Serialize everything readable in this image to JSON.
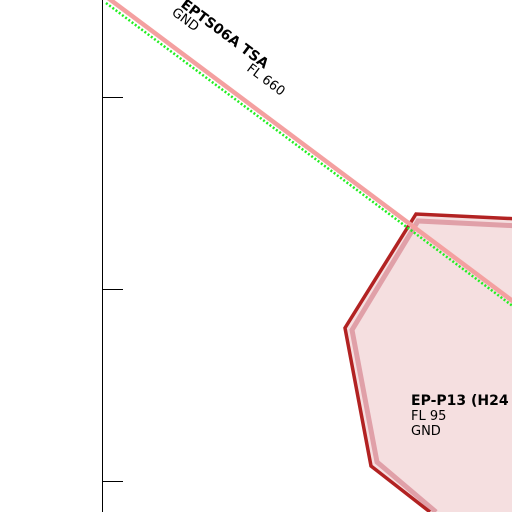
{
  "map": {
    "background": "#ffffff",
    "airspaces": [
      {
        "id": "tsa",
        "name": "EPTS06A TSA",
        "upper": "FL 660",
        "lower": "GND",
        "border_color": "#f4a0a0",
        "dotted_color": "#22ee22"
      },
      {
        "id": "p13",
        "name": "EP-P13 (H24",
        "upper": "FL 95",
        "lower": "GND",
        "fill_color": "#f5dfe0",
        "border_color": "#b22222",
        "inner_border_color": "#e0a0a8"
      }
    ],
    "scale_bar": {
      "color": "#000000"
    }
  }
}
